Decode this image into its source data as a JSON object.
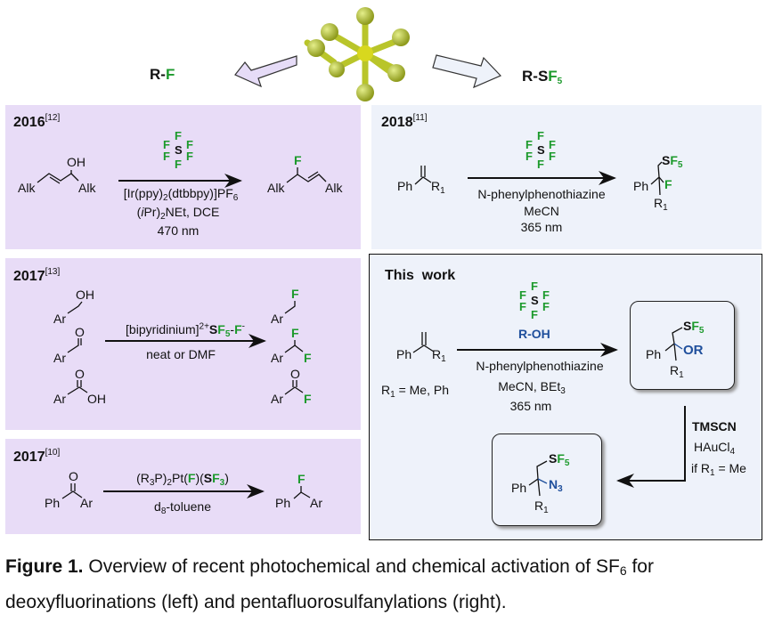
{
  "atoms": {
    "S": "S",
    "F": "F"
  },
  "header": {
    "left_label": {
      "r": "R-",
      "f": "F"
    },
    "right_label": {
      "r": "R-S",
      "f": "F",
      "sub": "5"
    }
  },
  "panel_2016": {
    "year": "2016",
    "ref": "[12]",
    "reactant": {
      "alk1": "Alk",
      "oh": "OH",
      "alk2": "Alk"
    },
    "conditions": {
      "cat_a": "[Ir(ppy)",
      "cat_b": "2",
      "cat_c": "(dtbbpy)]PF",
      "cat_d": "6",
      "base_a": "(",
      "base_i": "i",
      "base_b": "Pr)",
      "base_c": "2",
      "base_d": "NEt, DCE",
      "light": "470 nm"
    },
    "product": {
      "alk1": "Alk",
      "f": "F",
      "alk2": "Alk"
    }
  },
  "panel_2018": {
    "year": "2018",
    "ref": "[11]",
    "reactant": {
      "ph": "Ph",
      "r": "R",
      "r_sub": "1"
    },
    "conditions": {
      "cat": "N-phenylphenothiazine",
      "solvent": "MeCN",
      "light": "365 nm"
    },
    "product": {
      "s": "S",
      "f5": "F",
      "f5_sub": "5",
      "ph": "Ph",
      "f": "F",
      "r": "R",
      "r_sub": "1"
    }
  },
  "panel_2017a": {
    "year": "2017",
    "ref": "[13]",
    "reactants": {
      "ar": "Ar",
      "oh": "OH",
      "o": "O"
    },
    "reagent": {
      "a": "[bipyridinium]",
      "charge": "2+",
      "s": "S",
      "f": "F",
      "sub": "5",
      "dash": "-",
      "f2": "F",
      "minus": "-"
    },
    "solvent": "neat or DMF",
    "products": {
      "ar": "Ar",
      "f": "F",
      "o": "O"
    }
  },
  "panel_2017b": {
    "year": "2017",
    "ref": "[10]",
    "reactant": {
      "o": "O",
      "ph": "Ph",
      "ar": "Ar"
    },
    "reagent": {
      "a": "(R",
      "b": "3",
      "c": "P)",
      "d": "2",
      "e": "Pt(",
      "f": "F",
      "g": ")(",
      "s": "S",
      "f3": "F",
      "sub": "3",
      "h": ")"
    },
    "solvent": {
      "a": "d",
      "b": "8",
      "c": "-toluene"
    },
    "product": {
      "f": "F",
      "ph": "Ph",
      "ar": "Ar"
    }
  },
  "this_work": {
    "title": "This  work",
    "reactant": {
      "ph": "Ph",
      "r": "R",
      "r_sub": "1"
    },
    "scope": {
      "a": "R",
      "b": "1",
      "c": " = Me, Ph"
    },
    "alcohol": "R-OH",
    "conditions": {
      "cat": "N-phenylphenothiazine",
      "solvent_a": "MeCN, BEt",
      "solvent_b": "3",
      "light": "365 nm"
    },
    "product1": {
      "s": "S",
      "f": "F",
      "sub": "5",
      "ph": "Ph",
      "or": "OR",
      "r": "R",
      "r_sub": "1"
    },
    "step2": {
      "reagent": "TMSCN",
      "cat_a": "HAuCl",
      "cat_b": "4",
      "cond_a": "if R",
      "cond_b": "1",
      "cond_c": " = Me"
    },
    "product2": {
      "s": "S",
      "f": "F",
      "sub": "5",
      "ph": "Ph",
      "n": "N",
      "n_sub": "3",
      "r": "R",
      "r_sub": "1"
    }
  },
  "caption": {
    "label": "Figure 1.",
    "line1_a": " Overview of recent photochemical and chemical activation of SF",
    "line1_sub": "6",
    "line1_b": " for",
    "line2": "deoxyfluorinations (left) and pentafluorosulfanylations (right)."
  },
  "colors": {
    "fluorine": "#1c9a2c",
    "oxygen_nitrogen": "#1f4f9c",
    "left_panel": "#e8dcf7",
    "right_panel": "#eef2fa",
    "sulfur_model": "#c9d43a"
  }
}
